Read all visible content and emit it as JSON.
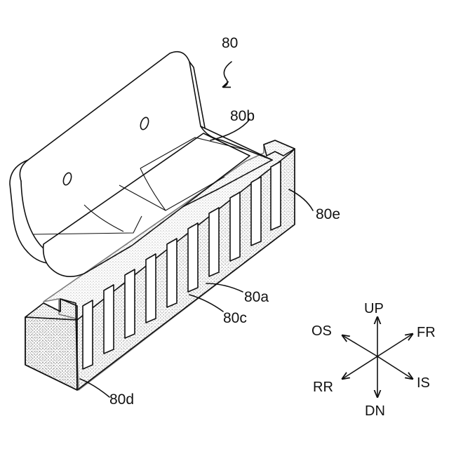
{
  "labels": {
    "main": "80",
    "top": "80b",
    "right": "80e",
    "front_a": "80a",
    "front_c": "80c",
    "left": "80d"
  },
  "directions": {
    "up": "UP",
    "down": "DN",
    "front": "FR",
    "rear": "RR",
    "outside": "OS",
    "inside": "IS"
  }
}
